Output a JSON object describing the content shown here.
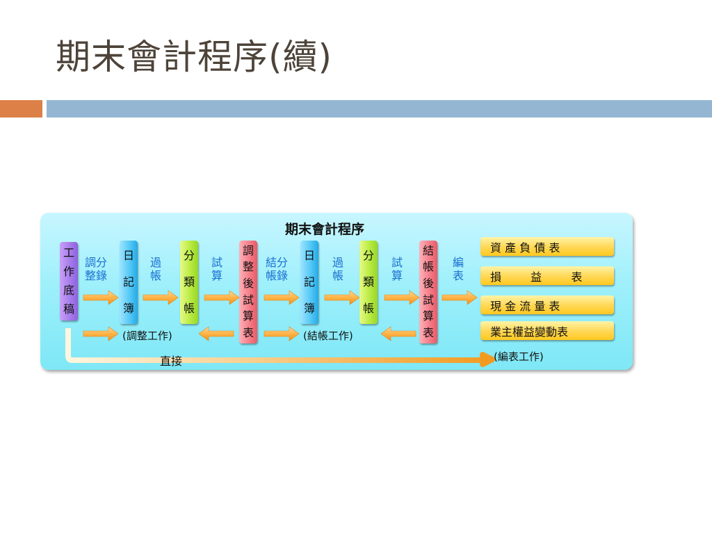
{
  "slide": {
    "title": "期末會計程序(續)"
  },
  "diagram": {
    "title": "期末會計程序",
    "boxes": {
      "worksheet": [
        "工",
        "作",
        "底",
        "稿"
      ],
      "journal1": [
        "日",
        "記",
        "簿"
      ],
      "ledger1": [
        "分",
        "類",
        "帳"
      ],
      "adjusted_tb": [
        "調",
        "整",
        "後",
        "試",
        "算",
        "表"
      ],
      "journal2": [
        "日",
        "記",
        "簿"
      ],
      "ledger2": [
        "分",
        "類",
        "帳"
      ],
      "post_closing_tb": [
        "結",
        "帳",
        "後",
        "試",
        "算",
        "表"
      ]
    },
    "steps": {
      "adjusting_entries": [
        "調分",
        "整錄"
      ],
      "posting1": [
        "過",
        "帳"
      ],
      "trial1": [
        "試",
        "算"
      ],
      "closing_entries": [
        "結分",
        "帳錄"
      ],
      "posting2": [
        "過",
        "帳"
      ],
      "trial2": [
        "試",
        "算"
      ],
      "prepare": [
        "編",
        "表"
      ]
    },
    "groups": {
      "adjusting": "(調整工作)",
      "closing": "(結帳工作)",
      "reporting": "(編表工作)"
    },
    "statements": [
      "資 產 負 債 表",
      "損　 　 益　 　 表",
      "現 金 流 量 表",
      "業主權益變動表"
    ],
    "direct_label": "直接"
  }
}
